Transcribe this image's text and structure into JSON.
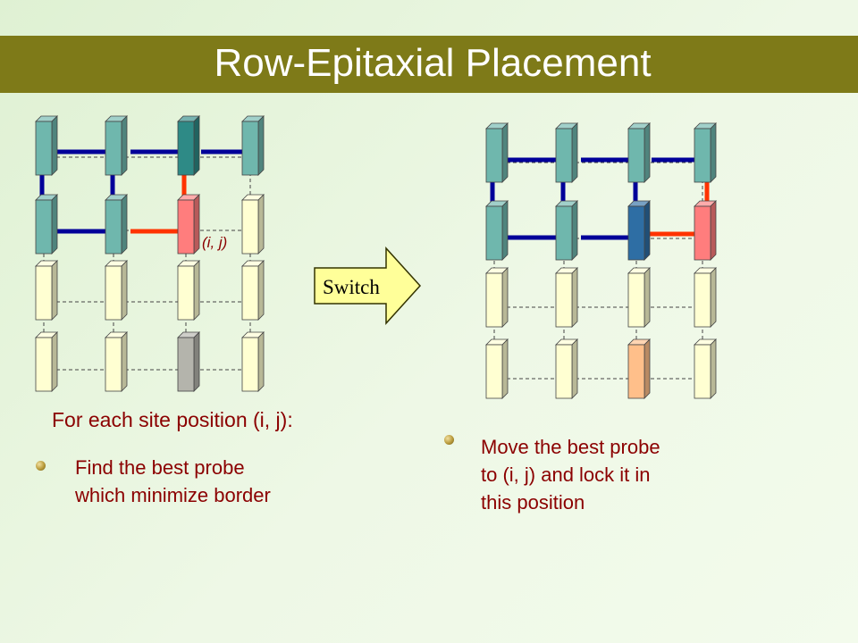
{
  "title": "Row-Epitaxial Placement",
  "left_heading": "For each site position (i, j):",
  "left_bullet": [
    "Find the best probe",
    "which minimize border"
  ],
  "right_bullet": [
    "Move the best probe",
    "to (i, j) and lock it in",
    "this position"
  ],
  "switch_label": "Switch",
  "site_label": "(i, j)",
  "colors": {
    "title_bar": "#7e7a18",
    "teal": "#6fb7ad",
    "dark_teal": "#2e8a86",
    "blue_probe": "#2e6ea4",
    "red_probe": "#ff7d7d",
    "pale_yellow": "#ffffd2",
    "grey_probe": "#b4b4ac",
    "orange_probe": "#ffbf8a",
    "navy_border": "#000099",
    "red_border": "#ff3300",
    "text": "#8b0000"
  },
  "icons": [
    "bullet-icon",
    "switch-arrow-icon"
  ]
}
